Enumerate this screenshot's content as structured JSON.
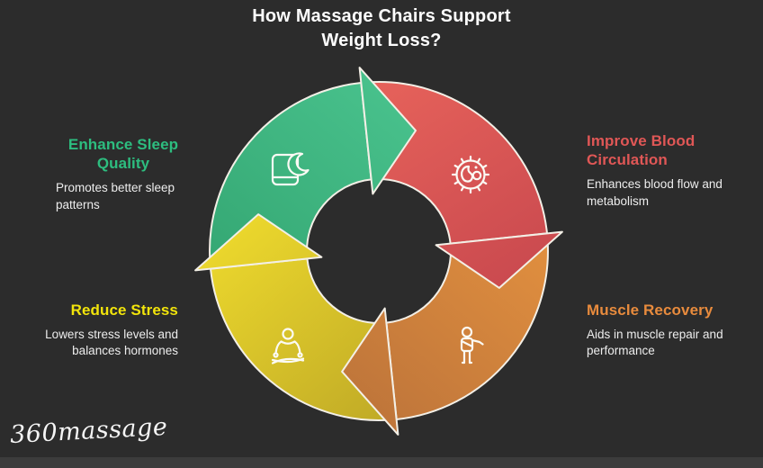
{
  "page": {
    "background_color": "#2c2c2c",
    "footer_bar_color": "#3c3c3c",
    "title_line1": "How Massage Chairs Support",
    "title_line2": "Weight Loss?",
    "logo_text": "360massage"
  },
  "diagram": {
    "type": "cycle",
    "direction": "clockwise",
    "outline_color": "#f3efe6",
    "steps": [
      {
        "id": "enhance-sleep-quality",
        "position": "top-left",
        "heading": "Enhance Sleep Quality",
        "description": "Promotes better sleep patterns",
        "heading_color": "#2dbd7f",
        "segment_color_start": "#33a571",
        "segment_color_end": "#49c28d",
        "icon": "phone-moon-icon"
      },
      {
        "id": "improve-blood-circulation",
        "position": "top-right",
        "heading": "Improve Blood Circulation",
        "description": "Enhances blood flow and metabolism",
        "heading_color": "#e05756",
        "segment_color_start": "#e5615a",
        "segment_color_end": "#c8484e",
        "icon": "blood-cell-icon"
      },
      {
        "id": "muscle-recovery",
        "position": "bottom-right",
        "heading": "Muscle Recovery",
        "description": "Aids in muscle repair and performance",
        "heading_color": "#e88b3d",
        "segment_color_start": "#e2903f",
        "segment_color_end": "#bd743a",
        "icon": "recovery-person-icon"
      },
      {
        "id": "reduce-stress",
        "position": "bottom-left",
        "heading": "Reduce Stress",
        "description": "Lowers stress levels and balances hormones",
        "heading_color": "#f2e40b",
        "segment_color_start": "#eeda2d",
        "segment_color_end": "#bfa926",
        "icon": "meditation-icon"
      }
    ]
  }
}
